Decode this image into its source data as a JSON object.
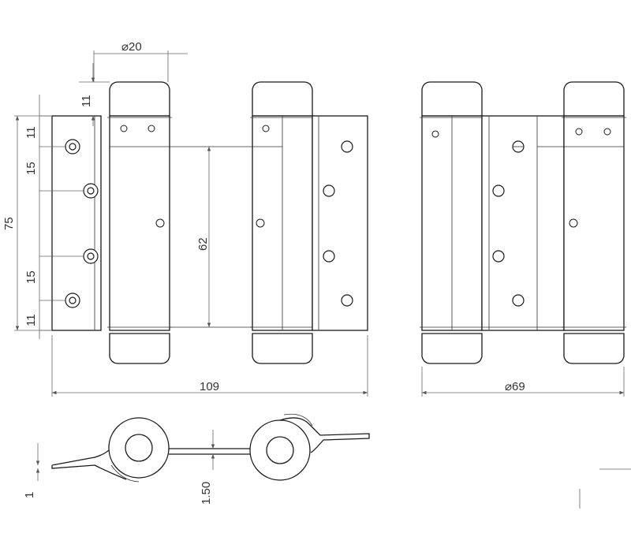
{
  "dimensions": {
    "pivot_diameter": "⌀20",
    "cap_height": "11",
    "top_offset": "11",
    "hole_spacing_top": "15",
    "hole_spacing_bottom": "15",
    "bottom_offset": "11",
    "total_height": "75",
    "leaf_height": "62",
    "overall_width": "109",
    "right_width": "⌀69",
    "leaf_thickness": "1",
    "gap": "1.50"
  },
  "colors": {
    "line": "#1a1a1a",
    "dimension": "#666666",
    "background": "#ffffff"
  },
  "icons": [
    "dimension-arrow",
    "screw-hole",
    "pivot-cylinder"
  ]
}
